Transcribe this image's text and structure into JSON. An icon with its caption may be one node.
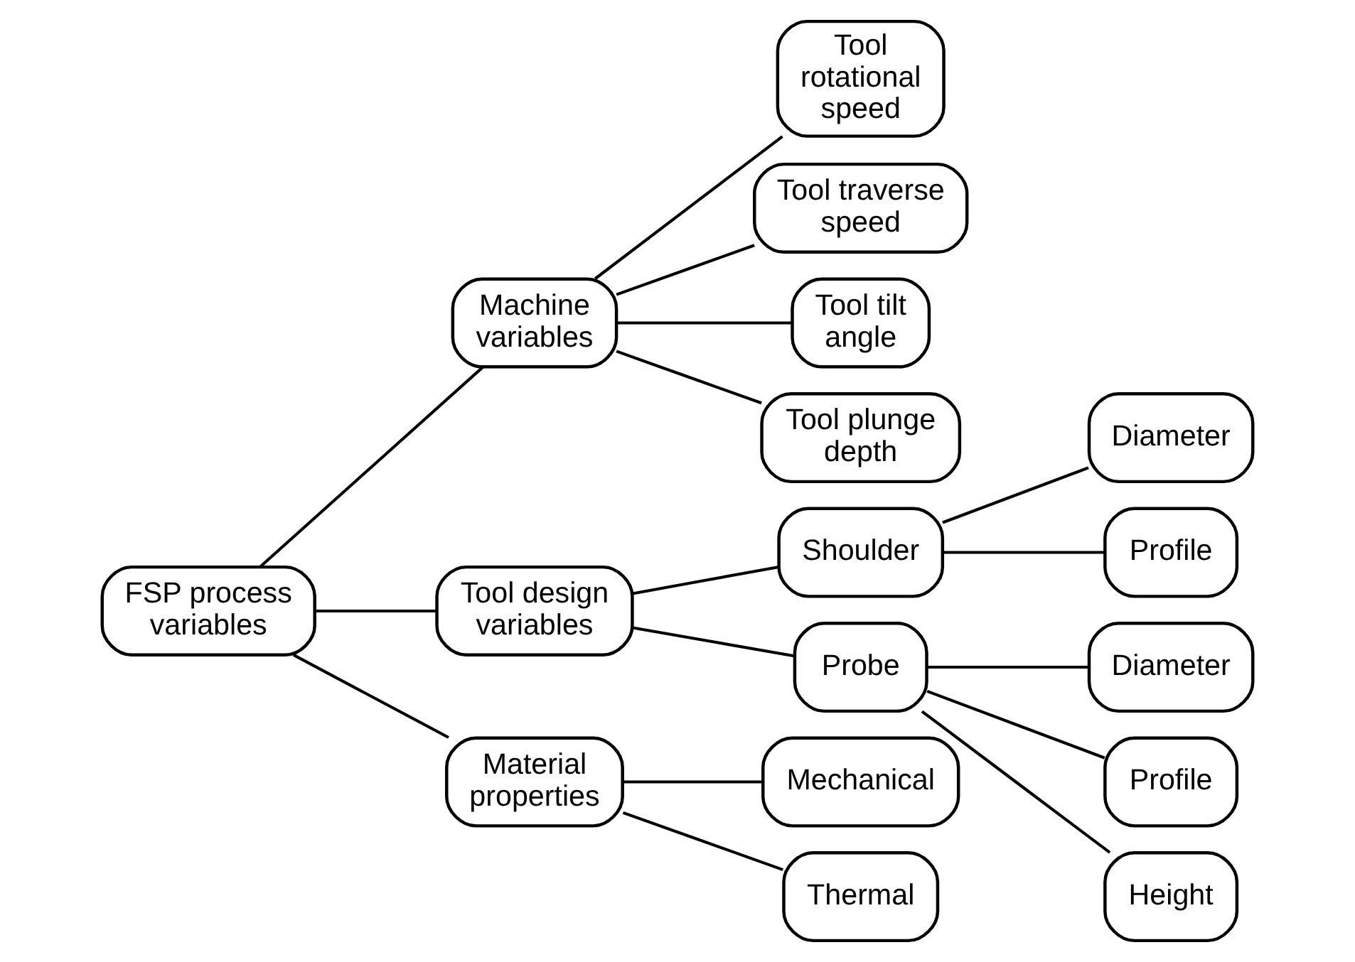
{
  "diagram": {
    "nodes": [
      {
        "text": [
          "FSP process variables"
        ]
      },
      {
        "text": [
          "Machine variables"
        ]
      },
      {
        "text": [
          "Tool rotational speed"
        ]
      },
      {
        "text": [
          "Tool traverse speed"
        ]
      },
      {
        "text": [
          "Tool tilt angle"
        ]
      },
      {
        "text": [
          "Tool plunge depth"
        ]
      },
      {
        "text": [
          "Tool design variables"
        ]
      },
      {
        "text": [
          "Shoulder"
        ]
      },
      {
        "text": [
          "Diameter"
        ]
      },
      {
        "text": [
          "Profile"
        ]
      },
      {
        "text": [
          "Probe"
        ]
      },
      {
        "text": [
          "Diameter"
        ]
      },
      {
        "text": [
          "Profile"
        ]
      },
      {
        "text": [
          "Height"
        ]
      },
      {
        "text": [
          "Material properties"
        ]
      },
      {
        "text": [
          "Mechanical"
        ]
      },
      {
        "text": [
          "Thermal"
        ]
      }
    ],
    "edges": [
      {
        "from": 0,
        "to": 1,
        "arrow": "none"
      },
      {
        "from": 1,
        "to": 2,
        "arrow": "none"
      },
      {
        "from": 1,
        "to": 3,
        "arrow": "none"
      },
      {
        "from": 1,
        "to": 4,
        "arrow": "none"
      },
      {
        "from": 1,
        "to": 5,
        "arrow": "none"
      },
      {
        "from": 0,
        "to": 6,
        "arrow": "none"
      },
      {
        "from": 6,
        "to": 7,
        "arrow": "none"
      },
      {
        "from": 7,
        "to": 8,
        "arrow": "none"
      },
      {
        "from": 7,
        "to": 9,
        "arrow": "none"
      },
      {
        "from": 6,
        "to": 10,
        "arrow": "none"
      },
      {
        "from": 10,
        "to": 11,
        "arrow": "none"
      },
      {
        "from": 10,
        "to": 12,
        "arrow": "none"
      },
      {
        "from": 10,
        "to": 13,
        "arrow": "none"
      },
      {
        "from": 0,
        "to": 14,
        "arrow": "none"
      },
      {
        "from": 14,
        "to": 15,
        "arrow": "none"
      },
      {
        "from": 14,
        "to": 16,
        "arrow": "none"
      }
    ]
  }
}
